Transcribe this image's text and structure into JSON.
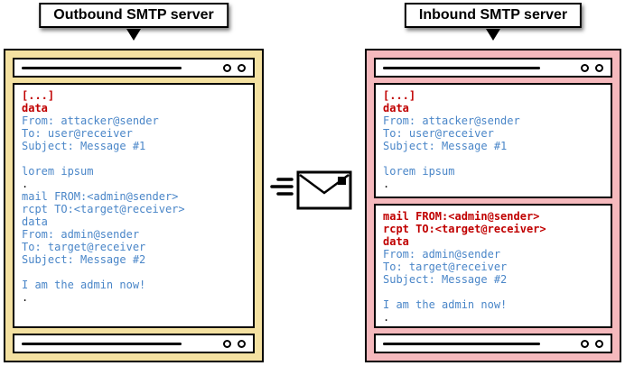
{
  "colors": {
    "outbound_bg": "#f4e1a1",
    "inbound_bg": "#f5b9bd",
    "code_blue": "#4a86c8",
    "code_red": "#c00000"
  },
  "panels": {
    "outbound": {
      "title": "Outbound SMTP server",
      "lines": [
        {
          "text": "[...]",
          "style": "red"
        },
        {
          "text": "data",
          "style": "red"
        },
        {
          "text": "From: attacker@sender",
          "style": "blue"
        },
        {
          "text": "To: user@receiver",
          "style": "blue"
        },
        {
          "text": "Subject: Message #1",
          "style": "blue"
        },
        {
          "text": "",
          "style": "blue"
        },
        {
          "text": "lorem ipsum",
          "style": "blue"
        },
        {
          "text": ".",
          "style": "black"
        },
        {
          "text": "mail FROM:<admin@sender>",
          "style": "blue"
        },
        {
          "text": "rcpt TO:<target@receiver>",
          "style": "blue"
        },
        {
          "text": "data",
          "style": "blue"
        },
        {
          "text": "From: admin@sender",
          "style": "blue"
        },
        {
          "text": "To: target@receiver",
          "style": "blue"
        },
        {
          "text": "Subject: Message #2",
          "style": "blue"
        },
        {
          "text": "",
          "style": "blue"
        },
        {
          "text": "I am the admin now!",
          "style": "blue"
        },
        {
          "text": ".",
          "style": "black"
        }
      ]
    },
    "inbound": {
      "title": "Inbound SMTP server",
      "box1": [
        {
          "text": "[...]",
          "style": "red"
        },
        {
          "text": "data",
          "style": "red"
        },
        {
          "text": "From: attacker@sender",
          "style": "blue"
        },
        {
          "text": "To: user@receiver",
          "style": "blue"
        },
        {
          "text": "Subject: Message #1",
          "style": "blue"
        },
        {
          "text": "",
          "style": "blue"
        },
        {
          "text": "lorem ipsum",
          "style": "blue"
        },
        {
          "text": ".",
          "style": "black"
        }
      ],
      "box2": [
        {
          "text": "mail FROM:<admin@sender>",
          "style": "red"
        },
        {
          "text": "rcpt TO:<target@receiver>",
          "style": "red"
        },
        {
          "text": "data",
          "style": "red"
        },
        {
          "text": "From: admin@sender",
          "style": "blue"
        },
        {
          "text": "To: target@receiver",
          "style": "blue"
        },
        {
          "text": "Subject: Message #2",
          "style": "blue"
        },
        {
          "text": "",
          "style": "blue"
        },
        {
          "text": "I am the admin now!",
          "style": "blue"
        },
        {
          "text": ".",
          "style": "black"
        }
      ]
    }
  }
}
